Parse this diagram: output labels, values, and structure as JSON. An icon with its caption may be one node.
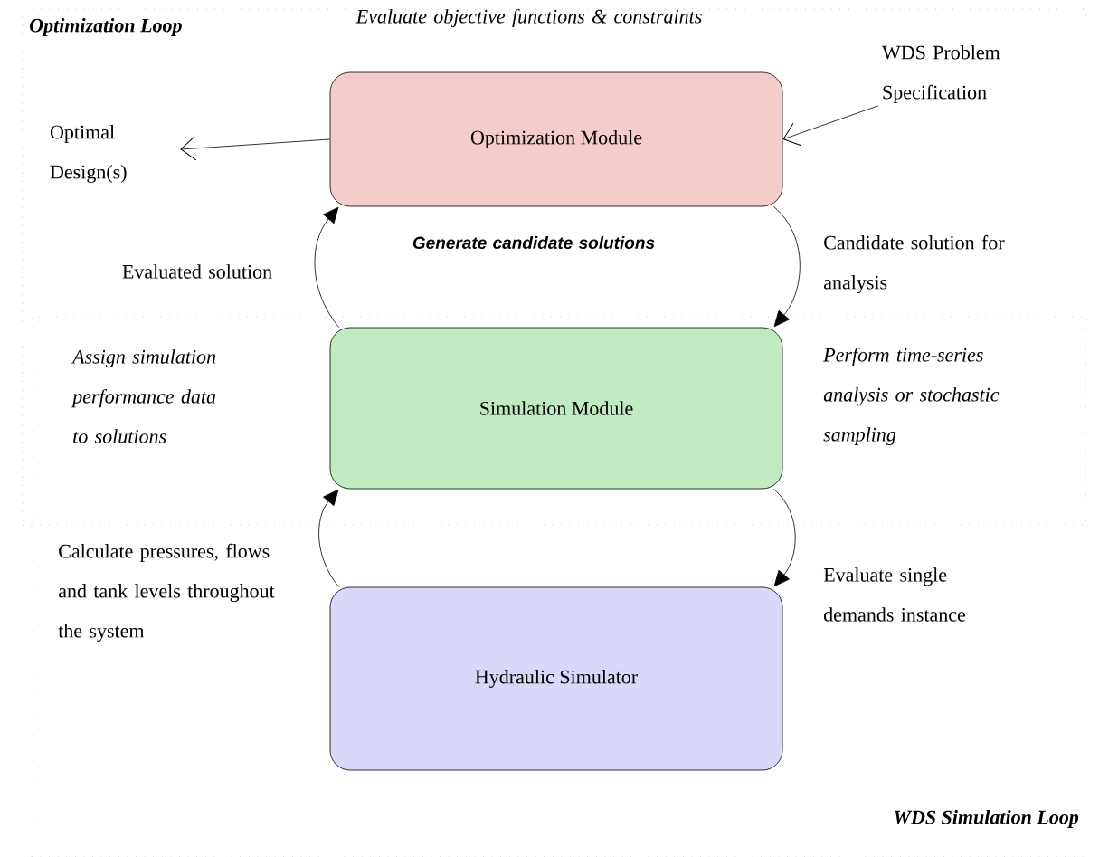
{
  "diagram": {
    "nodes": [
      {
        "text": [
          "Optimization Loop"
        ]
      },
      {
        "text": [
          "Optimization Module"
        ],
        "in": 0
      },
      {
        "text": [
          "WDS Problem Specification"
        ],
        "in": 0
      },
      {
        "text": [
          "Optimal Design(s)"
        ],
        "in": 0
      },
      {
        "text": [
          "WDS Simulation Loop"
        ]
      },
      {
        "text": [
          "Simulation Module"
        ]
      },
      {
        "text": [
          "Hydraulic Simulator"
        ],
        "in": 4
      }
    ],
    "edges": [
      {
        "from": 2,
        "to": 1,
        "arrow": "to"
      },
      {
        "from": 1,
        "to": 3,
        "arrow": "to"
      },
      {
        "from": 1,
        "to": 5,
        "arrow": "to",
        "label": "Candidate solution for analysis"
      },
      {
        "from": 5,
        "to": 1,
        "arrow": "to",
        "label": "Evaluated solution"
      },
      {
        "from": 5,
        "to": 6,
        "arrow": "to",
        "label": "Evaluate single demands instance"
      },
      {
        "from": 6,
        "to": 5,
        "arrow": "to",
        "label": "Calculate pressures, flows and tank levels throughout the system"
      }
    ],
    "labels": [
      "Evaluate objective functions & constraints",
      "Generate candidate solutions",
      "Assign simulation performance data to solutions",
      "Perform time-series analysis or stochastic sampling"
    ]
  }
}
